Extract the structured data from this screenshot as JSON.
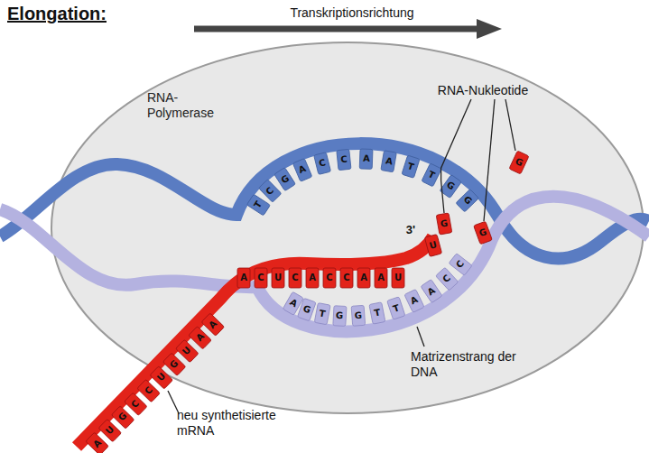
{
  "diagram": {
    "title": "Elongation:",
    "nodes": [
      {
        "text": [
          "RNA-Polymerase"
        ]
      }
    ],
    "labels": [
      "Transkriptionsrichtung",
      "RNA-Nukleotide",
      "3'",
      "Matrizenstrang der DNA",
      "neu synthetisierte mRNA",
      "T",
      "C",
      "G",
      "A",
      "C",
      "C",
      "A",
      "A",
      "T",
      "T",
      "G",
      "G",
      "A",
      "G",
      "T",
      "G",
      "G",
      "T",
      "T",
      "A",
      "A",
      "C",
      "C",
      "A",
      "U",
      "G",
      "C",
      "C",
      "U",
      "G",
      "U",
      "A",
      "A",
      "A",
      "C",
      "U",
      "C",
      "A",
      "C",
      "C",
      "A",
      "A",
      "U",
      "U",
      "G",
      "G",
      "G"
    ]
  }
}
